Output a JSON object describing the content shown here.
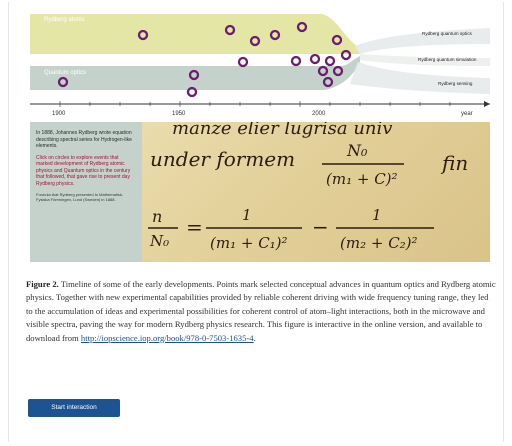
{
  "timeline": {
    "bands": {
      "rydberg": "Rydberg atoms",
      "quantum": "Quantum optics"
    },
    "branches": [
      "Rydberg quantum optics",
      "Rydberg quantum simulation",
      "Rydberg sensing"
    ],
    "axis": {
      "ticks": [
        "1900",
        "1950",
        "2000"
      ],
      "end_label": "year"
    }
  },
  "info": {
    "intro": "In 1888, Johannes Rydberg wrote equation describing spectral series for Hydrogen-like elements.",
    "instructions": "Click on circles to explore events that marked development of Rydberg atomic physics and Quantum optics in the century that followed, that gave rise to present day Rydberg physics.",
    "credit": "Formula that Rydberg presented to Mathematisk-Fysiska Föreningen, Lund (Sweden) in 1888.",
    "highlight_words": "Click on circles"
  },
  "manuscript": {
    "line1": "manze elier lugrisa univ",
    "line2": "under formem",
    "frac1_num": "N₀",
    "frac1_den": "(m₁ + C)²",
    "line2_end": "fin",
    "lhs_num": "n",
    "lhs_den": "N₀",
    "rhs1_num": "1",
    "rhs1_den": "(m₁ + C₁)²",
    "rhs2_num": "1",
    "rhs2_den": "(m₂ + C₂)²",
    "eq": "=",
    "minus": "−"
  },
  "caption": {
    "label": "Figure 2.",
    "text": "Timeline of some of the early developments. Points mark selected conceptual advances in quantum optics and Rydberg atomic physics. Together with new experimental capabilities provided by reliable coherent driving with wide frequency tuning range, they led to the accumulation of ideas and experimental possibilities for coherent control of atom–light interactions, both in the microwave and visible spectra, paving the way for modern Rydberg physics research. This figure is interactive in the online version, and available to download from ",
    "link": "http://iopscience.iop.org/book/978-0-7503-1635-4",
    "end": "."
  },
  "button": {
    "label": "Start interaction"
  },
  "colors": {
    "rydberg_band": "#e4e6a6",
    "quantum_band": "#c5d2cb",
    "circle": "#6b1d6e",
    "button": "#1e5392",
    "link": "#1a4e99"
  }
}
